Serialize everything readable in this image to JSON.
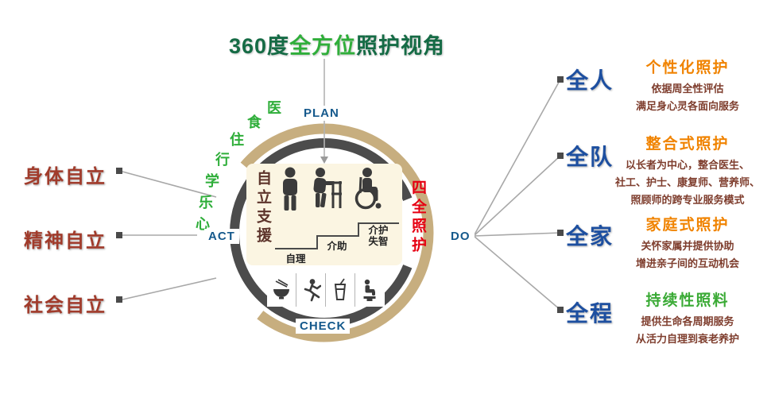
{
  "title": {
    "prefix": "360度",
    "highlight": "全方位",
    "suffix": "照护视角"
  },
  "cycle": {
    "plan": "PLAN",
    "do": "DO",
    "check": "CHECK",
    "act": "ACT"
  },
  "life_aspects": [
    "医",
    "食",
    "住",
    "行",
    "学",
    "乐",
    "心"
  ],
  "left_labels": [
    "身体自立",
    "精神自立",
    "社会自立"
  ],
  "center": {
    "left_vertical": "自立支援",
    "right_vertical": "四全照护",
    "stages": [
      "自理",
      "介助",
      "介护失智"
    ],
    "person_icons": [
      "person-standing",
      "person-with-walker",
      "person-in-wheelchair"
    ],
    "activity_icons": [
      "bowl-icon",
      "running-icon",
      "drink-icon",
      "toilet-icon"
    ]
  },
  "right_groups": [
    {
      "label": "全人",
      "heading": "个性化照护",
      "heading_color": "#f08300",
      "lines": [
        "依据周全性评估",
        "满足身心灵各面向服务"
      ]
    },
    {
      "label": "全队",
      "heading": "整合式照护",
      "heading_color": "#f08300",
      "lines": [
        "以长者为中心，整合医生、",
        "社工、护士、康复师、营养师、",
        "照顾师的跨专业服务模式"
      ]
    },
    {
      "label": "全家",
      "heading": "家庭式照护",
      "heading_color": "#f08300",
      "lines": [
        "关怀家属并提供协助",
        "增进亲子间的互动机会"
      ]
    },
    {
      "label": "全程",
      "heading": "持续性照料",
      "heading_color": "#3aaa35",
      "lines": [
        "提供生命各周期服务",
        "从活力自理到衰老养护"
      ]
    }
  ],
  "colors": {
    "ring_tan": "#c7ae7f",
    "ring_gray": "#4c4c4c",
    "cycle_blue": "#15598c",
    "side_label_red": "#a13b2b",
    "group_blue": "#1d4fa0",
    "detail_maroon": "#7e3d2d",
    "title_dark_green": "#156b45",
    "title_green": "#2fae3a",
    "center_red": "#e60012",
    "center_brown": "#5d342b",
    "aspect_green": "#2fae3a"
  }
}
